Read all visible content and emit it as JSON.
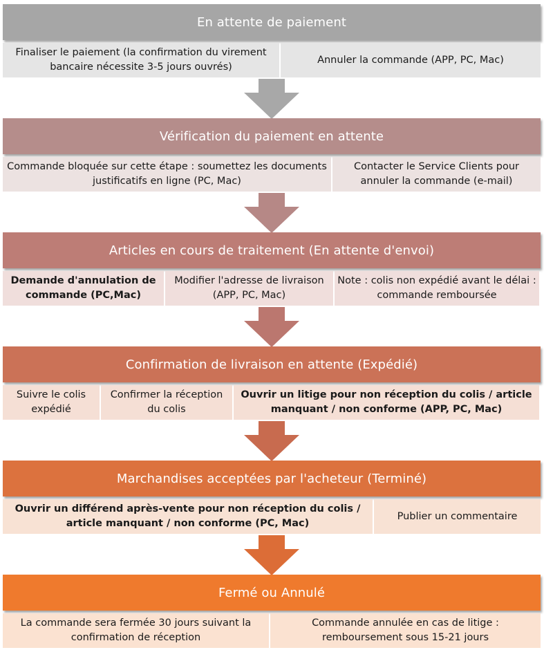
{
  "stages": [
    {
      "title": "En attente de paiement",
      "header_color": "#a6a6a6",
      "cell_color": "#e5e5e5",
      "arrow_color": "#a8a8a8",
      "cells": [
        {
          "text": "Finaliser le paiement (la confirmation du virement bancaire nécessite 3-5 jours ouvrés)",
          "bold": false
        },
        {
          "text": "Annuler la commande (APP, PC, Mac)",
          "bold": false
        }
      ]
    },
    {
      "title": "Vérification du paiement en attente",
      "header_color": "#b58d8b",
      "cell_color": "#ece2e1",
      "arrow_color": "#b68886",
      "cells": [
        {
          "text": "Commande bloquée sur cette étape : soumettez les documents justificatifs en ligne (PC, Mac)",
          "bold": false
        },
        {
          "text": "Contacter le Service Clients pour annuler la commande (e-mail)",
          "bold": false
        }
      ]
    },
    {
      "title": "Articles en cours de traitement (En attente d'envoi)",
      "header_color": "#bd7d76",
      "cell_color": "#f0dedc",
      "arrow_color": "#bb776f",
      "cells": [
        {
          "text": "Demande d'annulation de commande (PC,Mac)",
          "bold": true
        },
        {
          "text": "Modifier l'adresse de livraison (APP, PC, Mac)",
          "bold": false
        },
        {
          "text": "Note : colis non expédié avant le délai : commande remboursée",
          "bold": false
        }
      ]
    },
    {
      "title": "Confirmation de livraison en attente (Expédié)",
      "header_color": "#cb7257",
      "cell_color": "#f5dfd5",
      "arrow_color": "#c86b4f",
      "cells": [
        {
          "text": "Suivre le colis expédié",
          "bold": false
        },
        {
          "text": "Confirmer la réception du colis",
          "bold": false
        },
        {
          "text": "Ouvrir un litige pour non réception du colis / article manquant / non conforme (APP, PC, Mac)",
          "bold": true
        }
      ]
    },
    {
      "title": "Marchandises acceptées par l'acheteur (Terminé)",
      "header_color": "#dc723e",
      "cell_color": "#f8e2d4",
      "arrow_color": "#dc6d37",
      "cells": [
        {
          "text": "Ouvrir un différend après-vente pour non réception du colis / article manquant / non conforme (PC, Mac)",
          "bold": true
        },
        {
          "text": "Publier un commentaire",
          "bold": false
        }
      ]
    },
    {
      "title": "Fermé ou Annulé",
      "header_color": "#ef7a2d",
      "cell_color": "#fbe2d1",
      "cells": [
        {
          "text": "La commande sera fermée 30 jours suivant la confirmation de réception",
          "bold": false
        },
        {
          "text": "Commande annulée en cas de litige : remboursement sous 15-21 jours",
          "bold": false
        }
      ]
    }
  ]
}
